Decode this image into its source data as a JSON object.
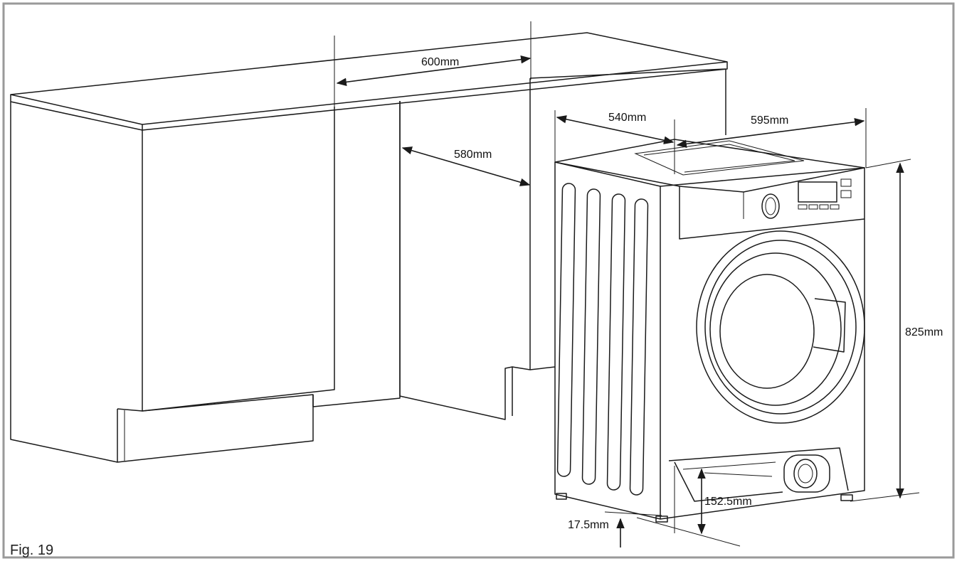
{
  "figure": {
    "caption": "Fig. 19",
    "frame_color": "#9a9a9a",
    "line_color": "#1a1a1a"
  },
  "dimensions": {
    "cabinet_width": "600mm",
    "cabinet_depth": "580mm",
    "machine_depth": "540mm",
    "machine_width": "595mm",
    "machine_height": "825mm",
    "plinth_height": "152.5mm",
    "foot_height": "17.5mm"
  }
}
